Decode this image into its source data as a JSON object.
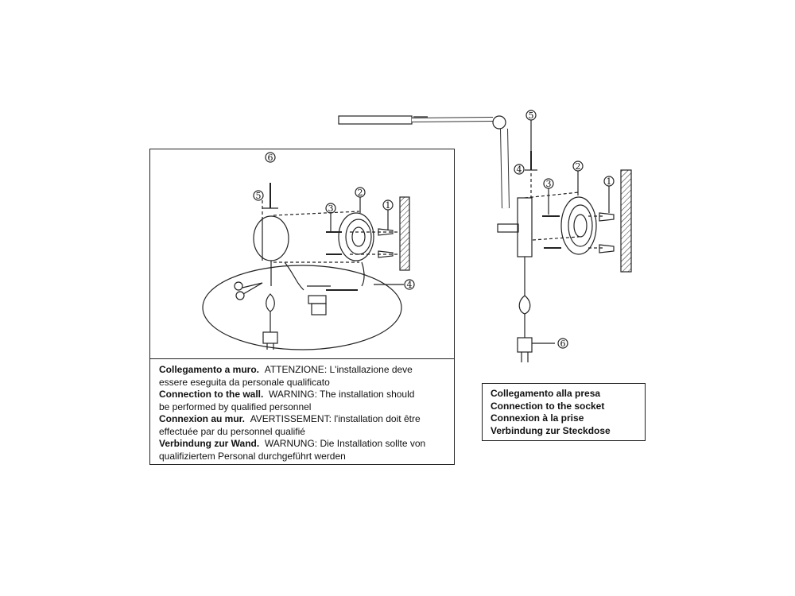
{
  "wall_mount": {
    "lines": [
      {
        "bold": "Collegamento a muro.",
        "normal": "ATTENZIONE: L'installazione deve"
      },
      {
        "bold": "",
        "normal": "essere eseguita da personale qualificato"
      },
      {
        "bold": "Connection to the wall.",
        "normal": "WARNING: The installation should"
      },
      {
        "bold": "",
        "normal": "be performed by qualified personnel"
      },
      {
        "bold": "Connexion au mur.",
        "normal": "AVERTISSEMENT: l'installation doit être"
      },
      {
        "bold": "",
        "normal": "effectuée par du personnel qualifié"
      },
      {
        "bold": "Verbindung zur Wand.",
        "normal": "WARNUNG: Die Installation sollte von"
      },
      {
        "bold": "",
        "normal": "qualifiziertem Personal durchgeführt werden"
      }
    ]
  },
  "socket": {
    "lines": [
      "Collegamento alla presa",
      "Connection to the socket",
      "Connexion à la prise",
      "Verbindung zur Steckdose"
    ]
  },
  "callouts": {
    "c1": "1",
    "c2": "2",
    "c3": "3",
    "c4": "4",
    "c5": "5",
    "c6": "6"
  }
}
